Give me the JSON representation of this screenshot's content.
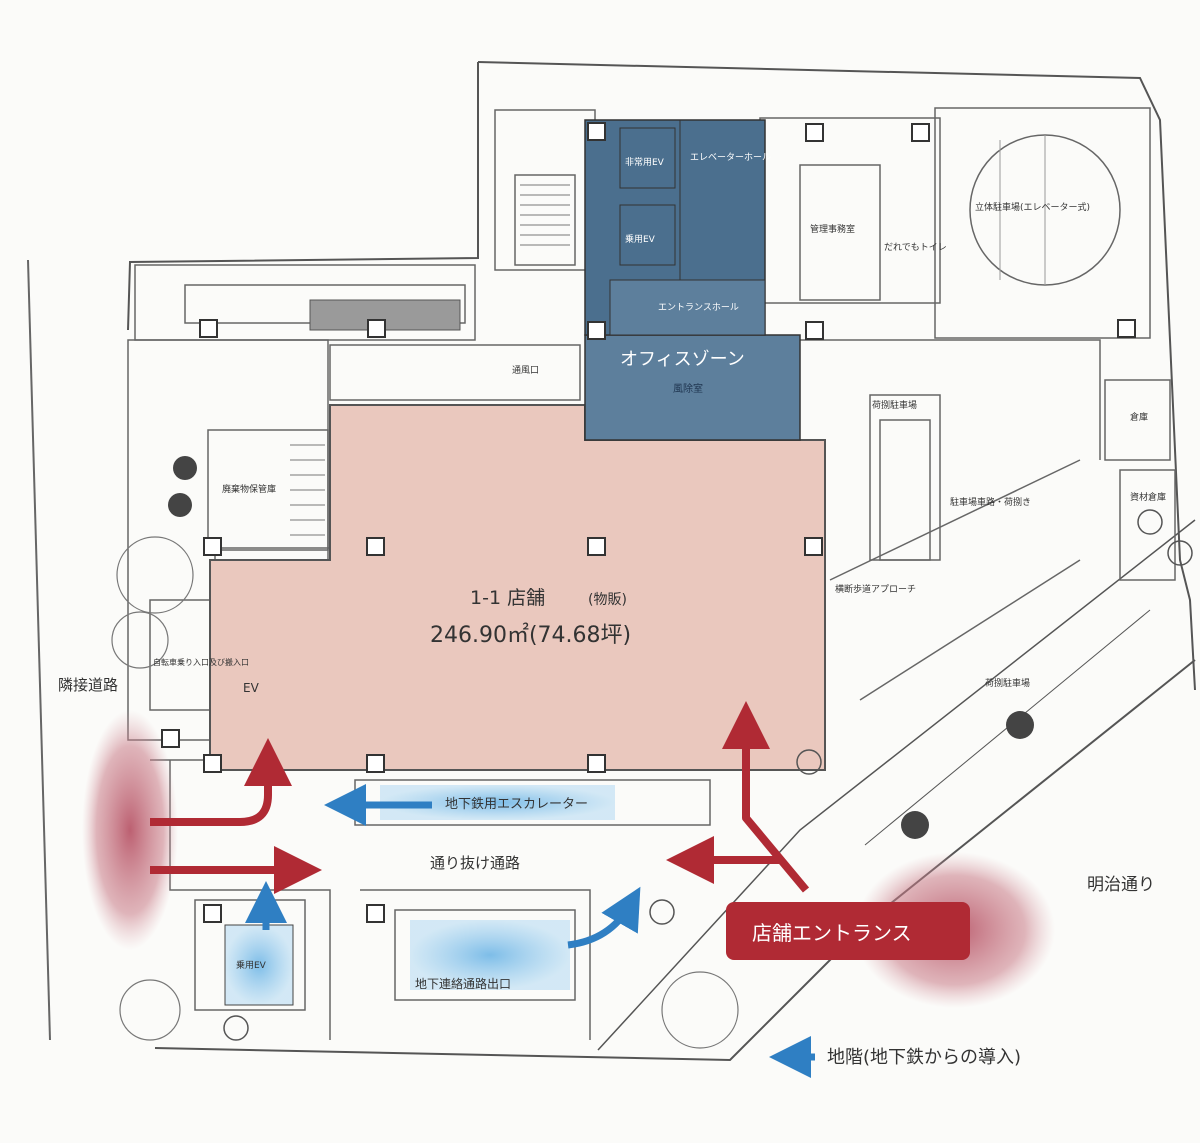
{
  "main_store": {
    "name": "1-1 店舗",
    "name_sub": "(物販)",
    "area": "246.90㎡(74.68坪)"
  },
  "office": {
    "zone_title": "オフィスゾーン",
    "room_label": "風除室",
    "elevator_hall": "エレベーターホール",
    "entrance_hall": "エントランスホール",
    "ev_emergency": "非常用EV",
    "ev_passenger": "乗用EV"
  },
  "rooms": {
    "ventilation": "通風口",
    "waste_storage": "廃棄物保管庫",
    "manager_room": "管理事務室",
    "toilet": "だれでもトイレ",
    "parking_tower": "立体駐車場(エレベーター式)",
    "loading_parking": "荷捌駐車場",
    "parking_driveway": "駐車場車路・荷捌き",
    "parking_approach": "横断歩道アプローチ",
    "bike_parking": "荷捌駐車場",
    "warehouse": "倉庫",
    "materials_storage": "資材倉庫",
    "bicycle_entrance": "自転車乗り入口及び搬入口",
    "ev_small": "EV",
    "ev_lower": "乗用EV"
  },
  "labels": {
    "subway_escalator": "地下鉄用エスカレーター",
    "through_passage": "通り抜け通路",
    "underground_exit": "地下連絡通路出口",
    "store_entrance": "店舗エントランス",
    "adjacent_road": "隣接道路",
    "meiji_dori": "明治通り"
  },
  "legend": {
    "basement_label": "地階(地下鉄からの導入)"
  },
  "colors": {
    "store_fill": "#eac8be",
    "office_fill": "#5d7f9c",
    "office_dark": "#4b6f8e",
    "subway_blue": "#8cc5e8",
    "arrow_red": "#b02a34",
    "arrow_blue": "#2f7fc3",
    "line": "#555555"
  }
}
